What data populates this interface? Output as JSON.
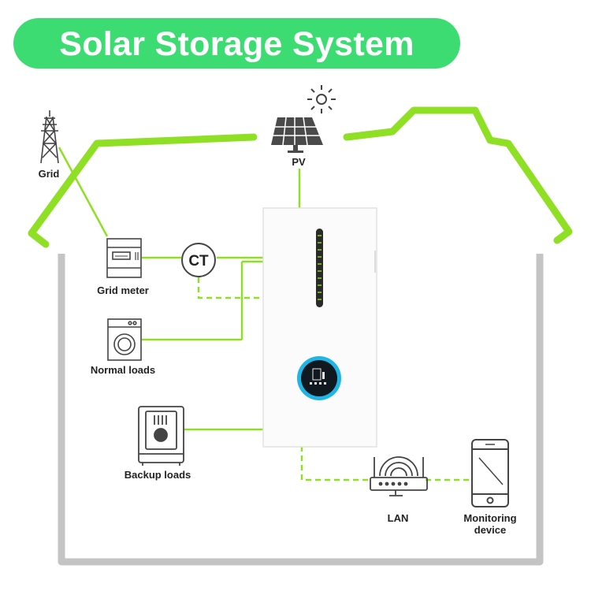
{
  "title": "Solar Storage System",
  "labels": {
    "grid": "Grid",
    "pv": "PV",
    "grid_meter": "Grid meter",
    "ct": "CT",
    "normal_loads": "Normal loads",
    "backup_loads": "Backup loads",
    "lan": "LAN",
    "monitoring_line1": "Monitoring",
    "monitoring_line2": "device"
  },
  "colors": {
    "title_banner": "#3ddc73",
    "roof_line": "#8fe024",
    "wire": "#8fe024",
    "wall": "#c4c4c4",
    "icon": "#444444",
    "display_ring": "#1fb6e6"
  },
  "icons": [
    "grid-tower-icon",
    "sun-icon",
    "solar-panel-icon",
    "grid-meter-icon",
    "washing-machine-icon",
    "backup-load-icon",
    "router-icon",
    "smartphone-icon"
  ]
}
